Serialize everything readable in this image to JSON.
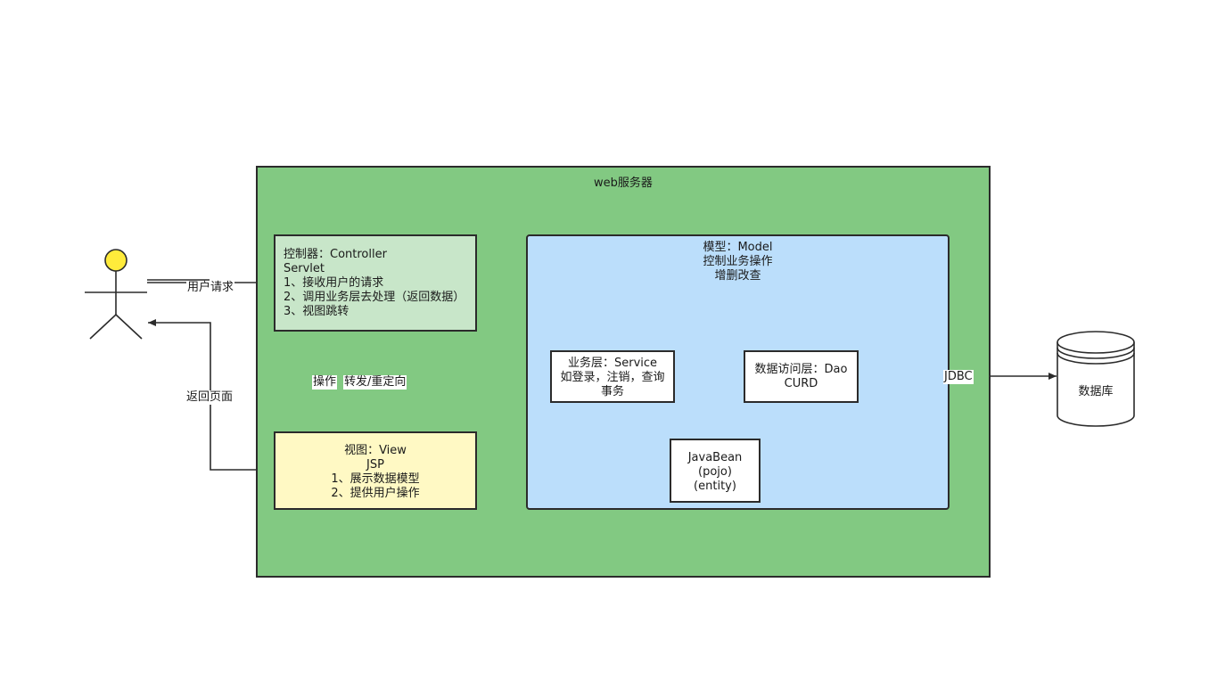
{
  "web_server": {
    "title": "web服务器"
  },
  "controller": {
    "lines": [
      "控制器：Controller",
      "Servlet",
      "1、接收用户的请求",
      "2、调用业务层去处理（返回数据）",
      "3、视图跳转"
    ]
  },
  "model": {
    "lines": [
      "模型：Model",
      "控制业务操作",
      "增删改查"
    ]
  },
  "service": {
    "lines": [
      "业务层：Service",
      "如登录，注销，查询",
      "事务"
    ]
  },
  "dao": {
    "lines": [
      "数据访问层：Dao",
      "CURD"
    ]
  },
  "javabean": {
    "lines": [
      "JavaBean",
      "(pojo)",
      "(entity)"
    ]
  },
  "view": {
    "lines": [
      "视图：View",
      "JSP",
      "1、展示数据模型",
      "2、提供用户操作"
    ]
  },
  "database": {
    "label": "数据库"
  },
  "edges": {
    "user_request": "用户请求",
    "return_page": "返回页面",
    "operate": "操作",
    "forward_redirect": "转发/重定向",
    "jdbc": "JDBC"
  },
  "colors": {
    "web_server_fill": "#82c982",
    "controller_fill": "#c8e6c9",
    "model_fill": "#bbdefb",
    "view_fill": "#fff9c4",
    "actor_head_fill": "#ffeb3b",
    "stroke": "#2b2b2b"
  }
}
